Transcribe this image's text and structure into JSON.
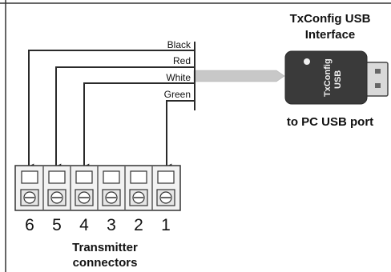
{
  "wires": [
    {
      "color_label": "Black",
      "pin": "6"
    },
    {
      "color_label": "Red",
      "pin": "5"
    },
    {
      "color_label": "White",
      "pin": "4"
    },
    {
      "color_label": "Green",
      "pin": "1"
    }
  ],
  "usb": {
    "title_line1": "TxConfig USB",
    "title_line2": "Interface",
    "stick_text_line1": "TxConfig",
    "stick_text_line2": "USB",
    "caption": "to PC USB port"
  },
  "terminals": {
    "pin_numbers": [
      "6",
      "5",
      "4",
      "3",
      "2",
      "1"
    ],
    "caption_line1": "Transmitter",
    "caption_line2": "connectors"
  },
  "colors": {
    "wire": "#2a2a2a",
    "cable": "#c8c8c8",
    "usb_body": "#3a3a3a",
    "usb_plug": "#d9d9d9",
    "outline": "#444444"
  }
}
